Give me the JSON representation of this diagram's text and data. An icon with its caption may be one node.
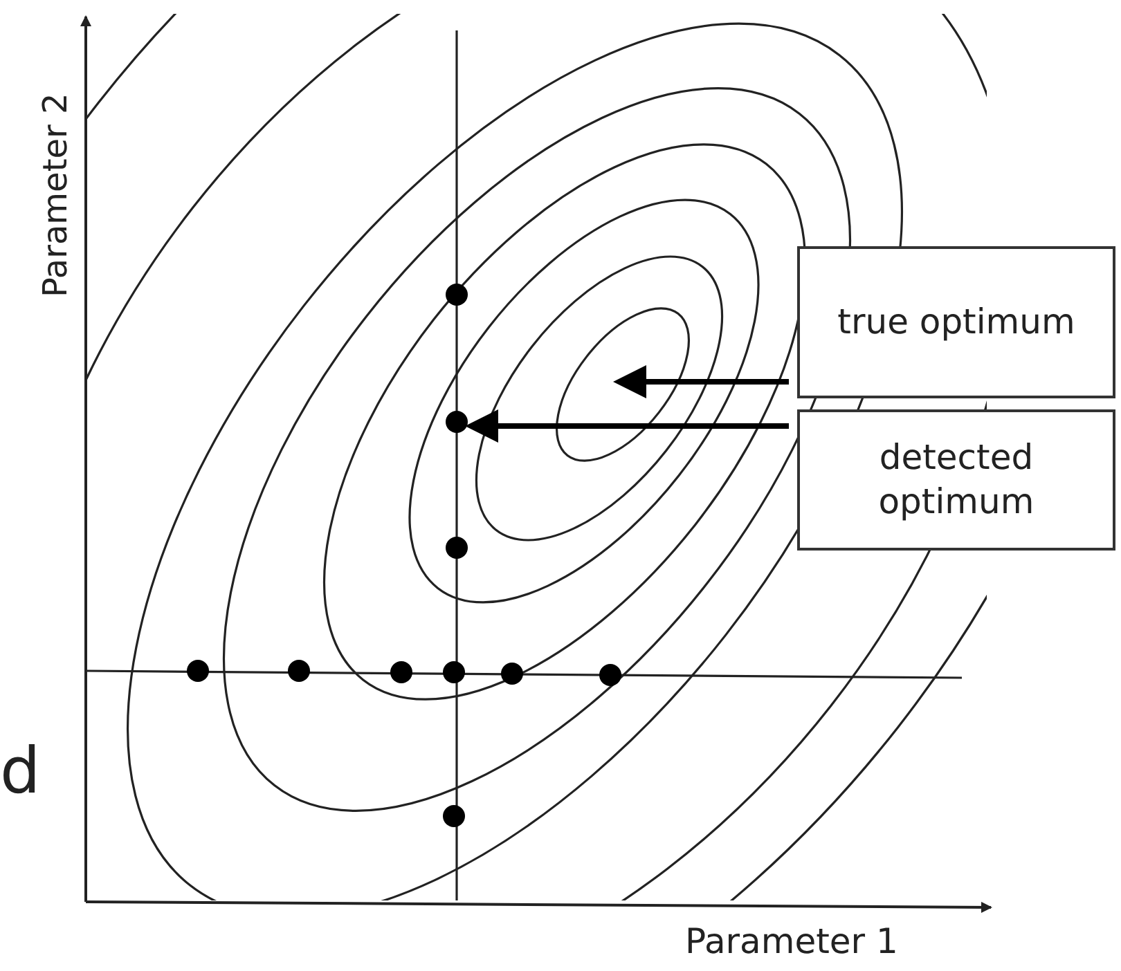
{
  "diagram": {
    "nodes": [
      {
        "text": [
          "true optimum"
        ]
      },
      {
        "text": [
          "detected optimum"
        ]
      },
      {
        "text": [],
        "shape": "circle"
      }
    ],
    "edges": [
      {
        "from": 0,
        "to": null,
        "arrow": "to"
      },
      {
        "from": 1,
        "to": 2,
        "arrow": "to"
      }
    ],
    "labels": [
      "Parameter 2",
      "Parameter 1",
      "d"
    ]
  }
}
